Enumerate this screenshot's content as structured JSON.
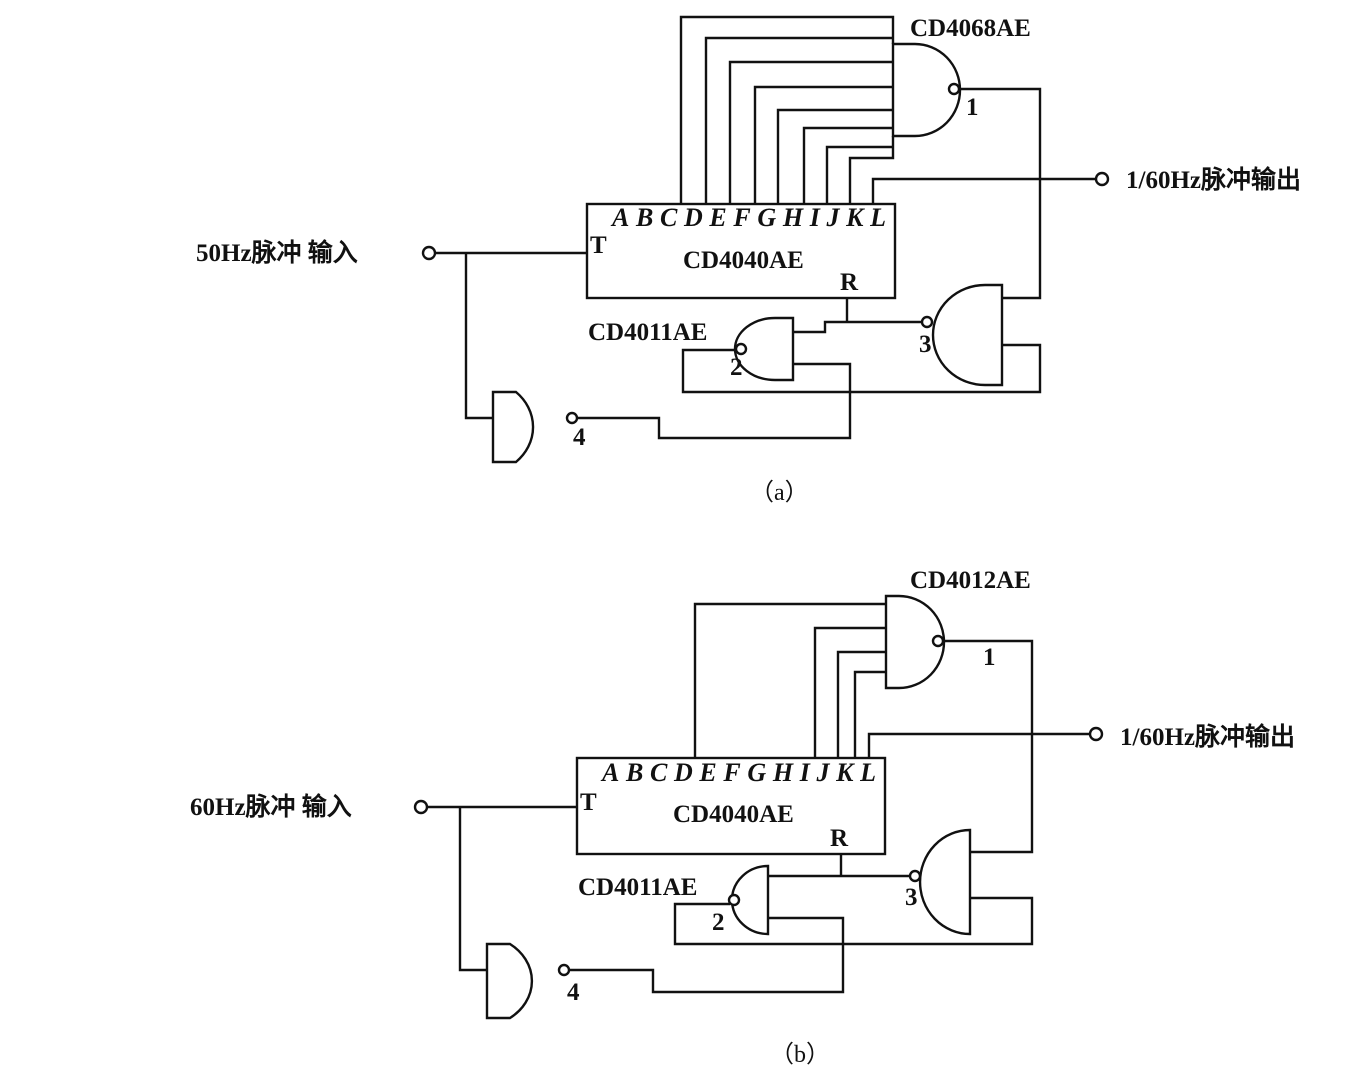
{
  "diagram_a": {
    "caption": "（a）",
    "input_label": "50Hz脉冲 输入",
    "output_label": "1/60Hz脉冲输出",
    "counter": {
      "name": "CD4040AE",
      "pins": "ABCDEFGHIJKL",
      "clock_pin": "T",
      "reset_pin": "R"
    },
    "and_gate_ic": "CD4068AE",
    "nand_ic": "CD4011AE",
    "gate_numbers": [
      "1",
      "2",
      "3",
      "4"
    ]
  },
  "diagram_b": {
    "caption": "（b）",
    "input_label": "60Hz脉冲 输入",
    "output_label": "1/60Hz脉冲输出",
    "counter": {
      "name": "CD4040AE",
      "pins": "ABCDEFGHIJKL",
      "clock_pin": "T",
      "reset_pin": "R"
    },
    "and_gate_ic": "CD4012AE",
    "nand_ic": "CD4011AE",
    "gate_numbers": [
      "1",
      "2",
      "3",
      "4"
    ]
  }
}
